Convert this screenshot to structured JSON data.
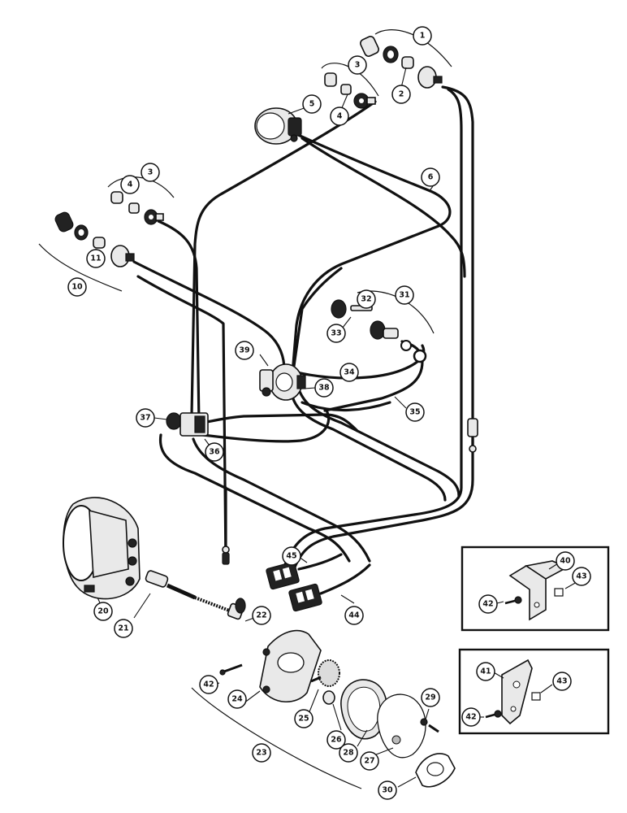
{
  "callouts": {
    "c1": "1",
    "c2": "2",
    "c3a": "3",
    "c4a": "4",
    "c5": "5",
    "c6": "6",
    "c3b": "3",
    "c4b": "4",
    "c11": "11",
    "c10": "10",
    "c32": "32",
    "c31": "31",
    "c33": "33",
    "c39": "39",
    "c38": "38",
    "c34": "34",
    "c35": "35",
    "c37": "37",
    "c36": "36",
    "c45": "45",
    "c44": "44",
    "c20": "20",
    "c21": "21",
    "c22": "22",
    "c42a": "42",
    "c24": "24",
    "c25": "25",
    "c26": "26",
    "c28": "28",
    "c27": "27",
    "c29": "29",
    "c23": "23",
    "c30": "30",
    "c40": "40",
    "c43a": "43",
    "c42b": "42",
    "c41": "41",
    "c43b": "43",
    "c42c": "42"
  },
  "colors": {
    "ink": "#111111",
    "paper": "#ffffff",
    "part_fill": "#e9e9e9"
  },
  "icons": [
    "gauge-icon",
    "lamp-socket-icon",
    "bulb-icon",
    "switch-icon",
    "connector-icon",
    "bracket-icon",
    "tachometer-icon",
    "drive-cable-icon",
    "gear-icon",
    "gasket-icon"
  ]
}
